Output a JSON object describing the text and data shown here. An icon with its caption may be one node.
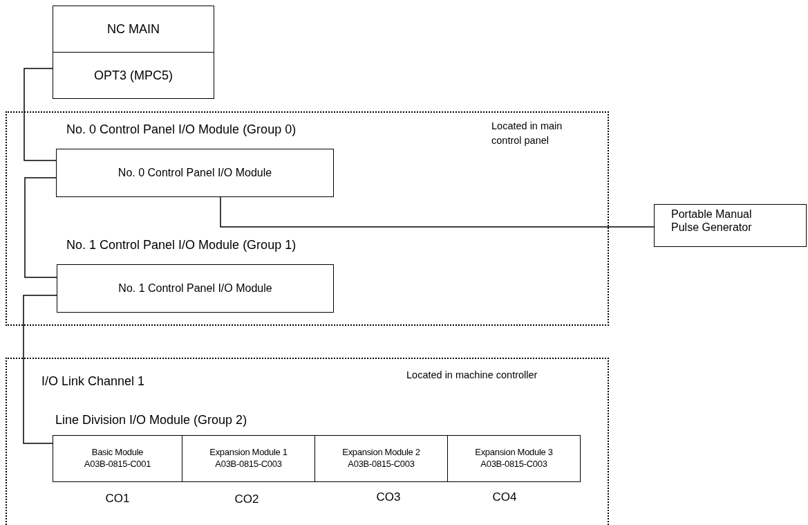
{
  "diagram": {
    "nodes": [
      {
        "text": [
          "NC MAIN"
        ]
      },
      {
        "text": [
          "OPT3 (MPC5)"
        ]
      },
      {
        "text": [
          "No. 0 Control Panel I/O Module (Group 0)",
          "Located in main control panel",
          "No. 1 Control Panel I/O Module (Group 1)"
        ]
      },
      {
        "text": [
          "No. 0 Control Panel I/O Module"
        ],
        "in": 2
      },
      {
        "text": [
          "No. 1 Control Panel I/O Module"
        ],
        "in": 2
      },
      {
        "text": [
          "Portable Manual Pulse Generator"
        ]
      },
      {
        "text": [
          "I/O Link Channel 1",
          "Located in machine controller",
          "Line Division I/O Module (Group 2)"
        ]
      },
      {
        "text": [
          "Basic Module",
          "A03B-0815-C001"
        ],
        "in": 6,
        "beside": [
          "CO1"
        ]
      },
      {
        "text": [
          "Expansion Module 1",
          "A03B-0815-C003"
        ],
        "in": 6,
        "beside": [
          "CO2"
        ]
      },
      {
        "text": [
          "Expansion Module 2",
          "A03B-0815-C003"
        ],
        "in": 6,
        "beside": [
          "CO3"
        ]
      },
      {
        "text": [
          "Expansion Module 3",
          "A03B-0815-C003"
        ],
        "in": 6,
        "beside": [
          "CO4"
        ]
      }
    ],
    "edges": [
      {
        "from": 1,
        "to": 3,
        "arrow": "none"
      },
      {
        "from": 3,
        "to": 4,
        "arrow": "none"
      },
      {
        "from": 4,
        "to": 7,
        "arrow": "none"
      },
      {
        "from": 3,
        "to": 5,
        "arrow": "none"
      }
    ]
  }
}
